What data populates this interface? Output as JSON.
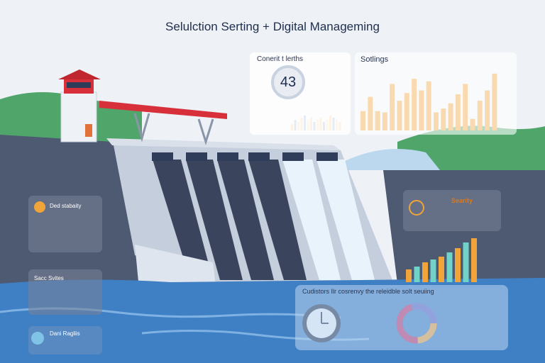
{
  "title": "Selulction Serting + Digital Manageming",
  "control_panel": {
    "title": "Conerit t lerths",
    "gauge_value": "43"
  },
  "settings_panel": {
    "title": "Sotlings"
  },
  "stability_card": {
    "title": "Ded stabaity"
  },
  "setting_card": {
    "title": "Sacc Svites"
  },
  "data_card": {
    "title": "Dani Ragliis"
  },
  "security_card": {
    "title": "Searity"
  },
  "bottom_panel": {
    "title": "Cudistors Ilr cosrenvy the releidble solt seuiing"
  },
  "colors": {
    "sky": "#eef2f7",
    "dam": "#c5cedc",
    "water": "#3f7fc4",
    "accent_orange": "#f0a43a",
    "accent_red": "#d8303a",
    "teal": "#6fd3c8"
  },
  "chart_data": [
    {
      "type": "bar",
      "values": [
        3,
        5,
        4,
        6,
        7,
        5,
        6,
        4,
        5,
        6,
        4,
        5,
        7,
        6,
        5,
        4
      ]
    },
    {
      "type": "bar",
      "values": [
        30,
        52,
        30,
        28,
        72,
        46,
        58,
        80,
        62,
        76,
        28,
        34,
        42,
        56,
        72,
        18,
        46,
        62,
        88
      ]
    },
    {
      "type": "bar",
      "values": [
        18,
        22,
        28,
        32,
        36,
        42,
        48,
        56,
        62
      ]
    }
  ]
}
